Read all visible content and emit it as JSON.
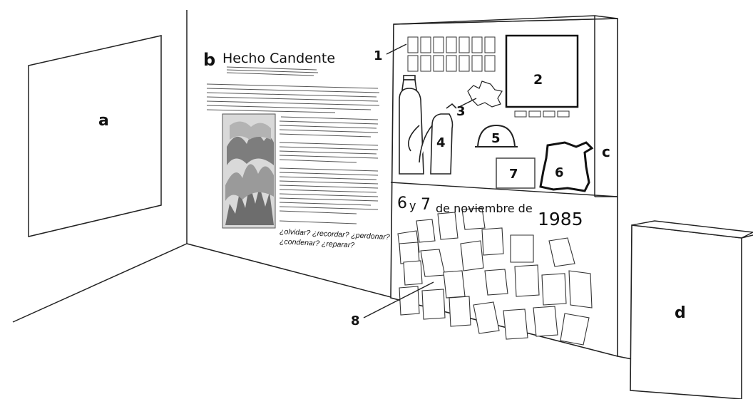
{
  "labels": {
    "a": "a",
    "b": "b",
    "c": "c",
    "d": "d",
    "n1": "1",
    "n2": "2",
    "n3": "3",
    "n4": "4",
    "n5": "5",
    "n6": "6",
    "n7": "7",
    "n8": "8"
  },
  "poster": {
    "title": "Hecho Candente",
    "question_1": "¿olvidar? ¿recordar? ¿perdonar?",
    "question_2": "¿condenar? ¿reparar?"
  },
  "panel": {
    "date_part1": "6",
    "date_part2": "y",
    "date_part3": "7",
    "date_part4": "de noviembre de",
    "date_year": "1985"
  }
}
